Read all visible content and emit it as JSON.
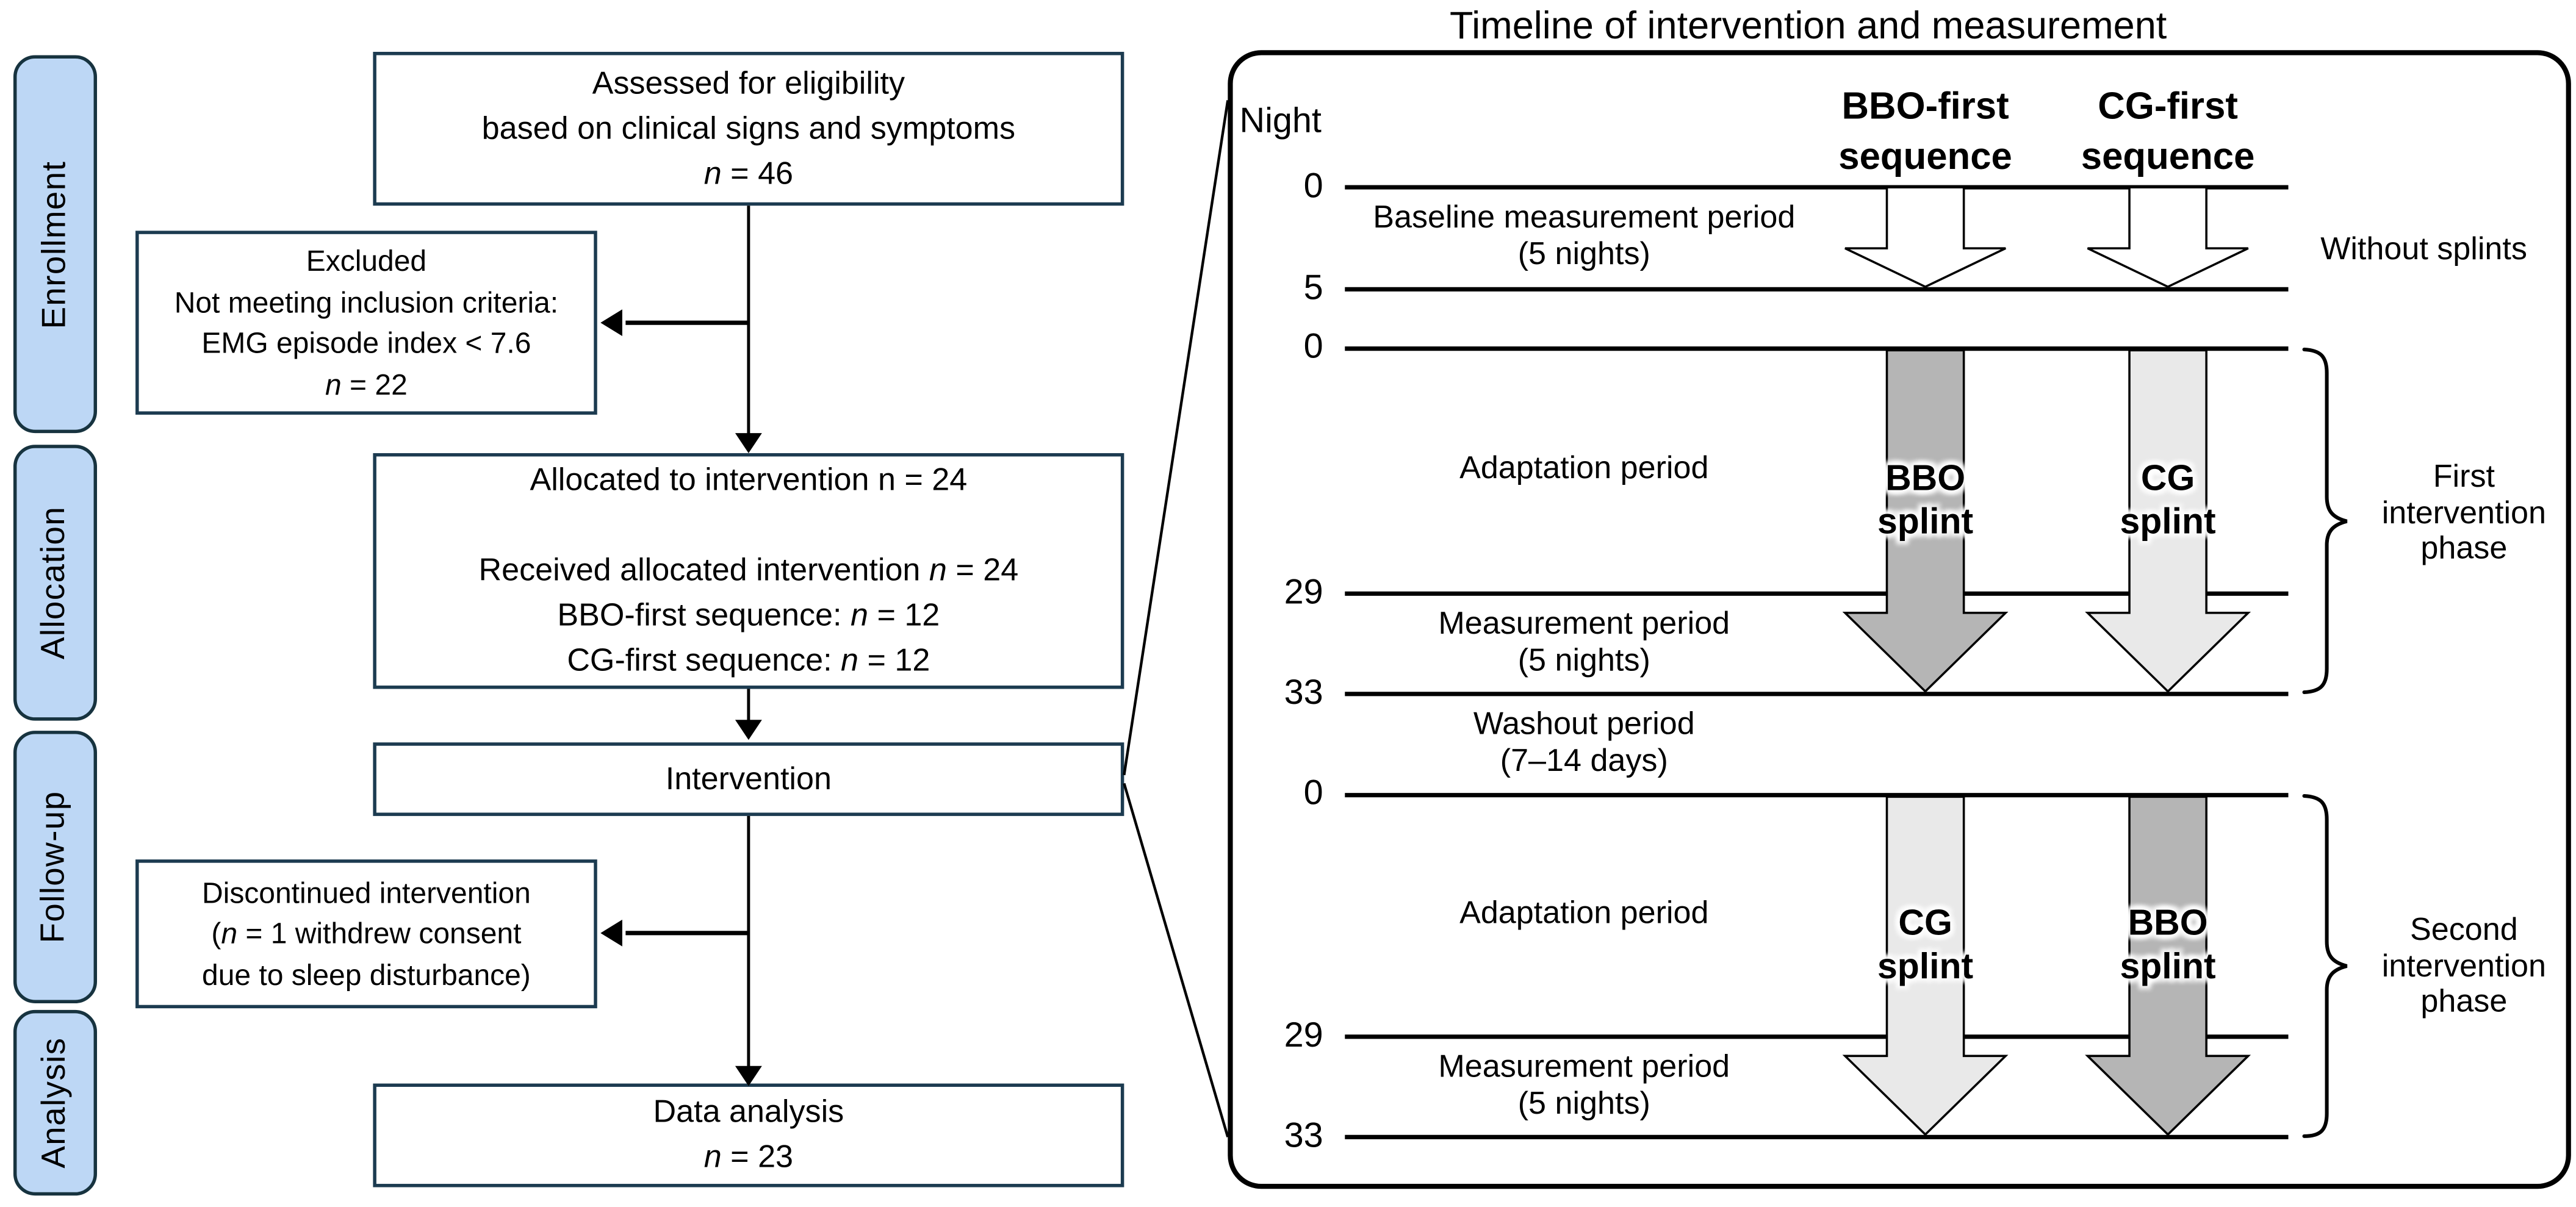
{
  "colors": {
    "box_border": "#1c3b50",
    "tab_border": "#17333f",
    "tab_fill": "#bdd7f5",
    "arrow_dark": "#b5b5b5",
    "arrow_light": "#e9e9e9",
    "ink": "#000000",
    "background": "#ffffff"
  },
  "sidebar": {
    "items": [
      {
        "label": "Enrollment"
      },
      {
        "label": "Allocation"
      },
      {
        "label": "Follow-up"
      },
      {
        "label": "Analysis"
      }
    ]
  },
  "flowchart": {
    "assessed": {
      "lines": [
        [
          {
            "t": "Assessed for eligibility"
          }
        ],
        [
          {
            "t": "based on clinical signs and symptoms"
          }
        ],
        [
          {
            "t": "n",
            "i": true
          },
          {
            "t": " = 46"
          }
        ]
      ]
    },
    "excluded": {
      "lines": [
        [
          {
            "t": "Excluded"
          }
        ],
        [
          {
            "t": "Not meeting inclusion criteria:"
          }
        ],
        [
          {
            "t": "EMG episode index < 7.6"
          }
        ],
        [
          {
            "t": "n",
            "i": true
          },
          {
            "t": " = 22"
          }
        ]
      ]
    },
    "allocated": {
      "lines": [
        [
          {
            "t": "Allocated to intervention n = 24"
          }
        ],
        [
          {
            "t": ""
          }
        ],
        [
          {
            "t": "Received allocated intervention "
          },
          {
            "t": "n",
            "i": true
          },
          {
            "t": " = 24"
          }
        ],
        [
          {
            "t": "BBO-first sequence: "
          },
          {
            "t": "n",
            "i": true
          },
          {
            "t": " = 12"
          }
        ],
        [
          {
            "t": "CG-first sequence: "
          },
          {
            "t": "n",
            "i": true
          },
          {
            "t": " = 12"
          }
        ]
      ]
    },
    "intervention": {
      "lines": [
        [
          {
            "t": "Intervention"
          }
        ]
      ]
    },
    "discontinued": {
      "lines": [
        [
          {
            "t": "Discontinued intervention"
          }
        ],
        [
          {
            "t": "("
          },
          {
            "t": "n",
            "i": true
          },
          {
            "t": " = 1 withdrew consent"
          }
        ],
        [
          {
            "t": "due to sleep disturbance)"
          }
        ]
      ]
    },
    "analysis": {
      "lines": [
        [
          {
            "t": "Data analysis"
          }
        ],
        [
          {
            "t": "n",
            "i": true
          },
          {
            "t": " = 23"
          }
        ]
      ]
    }
  },
  "timeline": {
    "title": "Timeline of intervention and measurement",
    "axis_label": "Night",
    "columns": [
      {
        "line1": "BBO-first",
        "line2": "sequence"
      },
      {
        "line1": "CG-first",
        "line2": "sequence"
      }
    ],
    "night_ticks": [
      "0",
      "5",
      "0",
      "29",
      "33",
      "0",
      "29",
      "33"
    ],
    "periods": {
      "baseline": {
        "line1": "Baseline measurement period",
        "line2": "(5 nights)"
      },
      "adaptation1": {
        "line1": "Adaptation period"
      },
      "measurement1": {
        "line1": "Measurement period",
        "line2": "(5 nights)"
      },
      "washout": {
        "line1": "Washout period",
        "line2": "(7–14 days)"
      },
      "adaptation2": {
        "line1": "Adaptation period"
      },
      "measurement2": {
        "line1": "Measurement period",
        "line2": "(5 nights)"
      }
    },
    "arrows": {
      "phase1_left": {
        "line1": "BBO",
        "line2": "splint",
        "tone": "dark"
      },
      "phase1_right": {
        "line1": "CG",
        "line2": "splint",
        "tone": "light"
      },
      "phase2_left": {
        "line1": "CG",
        "line2": "splint",
        "tone": "light"
      },
      "phase2_right": {
        "line1": "BBO",
        "line2": "splint",
        "tone": "dark"
      }
    },
    "annotations": {
      "without_splints": "Without splints",
      "phase1": {
        "line1": "First",
        "line2": "intervention",
        "line3": "phase"
      },
      "phase2": {
        "line1": "Second",
        "line2": "intervention",
        "line3": "phase"
      }
    }
  }
}
